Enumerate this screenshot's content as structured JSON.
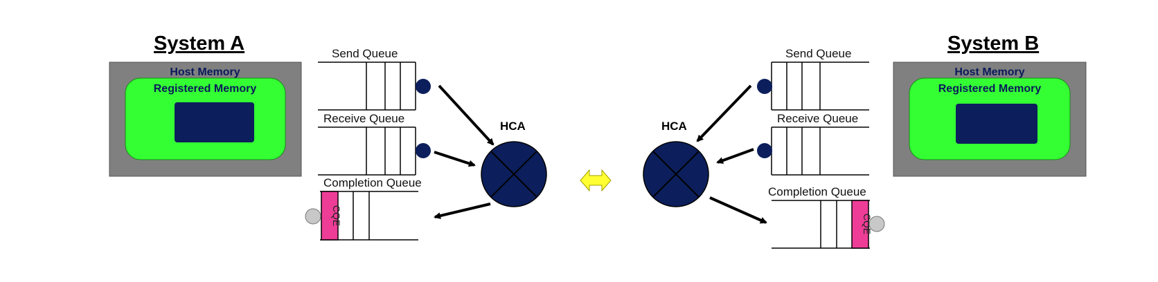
{
  "system_a": {
    "title": "System A",
    "host_memory": "Host Memory",
    "registered_memory": "Registered Memory",
    "send_queue": "Send Queue",
    "receive_queue": "Receive Queue",
    "completion_queue": "Completion Queue",
    "cqe": "CQE",
    "hca": "HCA"
  },
  "system_b": {
    "title": "System B",
    "host_memory": "Host Memory",
    "registered_memory": "Registered Memory",
    "send_queue": "Send Queue",
    "receive_queue": "Receive Queue",
    "completion_queue": "Completion Queue",
    "cqe": "CQE",
    "hca": "HCA"
  },
  "colors": {
    "host_memory": "#808080",
    "registered_memory": "#33ff33",
    "buffer": "#0c1f5c",
    "hca": "#0c1f5c",
    "cqe": "#ee3d97",
    "link_arrow": "#ffff33",
    "doorbell": "#0c1f5c",
    "empty_marker": "#c8c8c8"
  }
}
